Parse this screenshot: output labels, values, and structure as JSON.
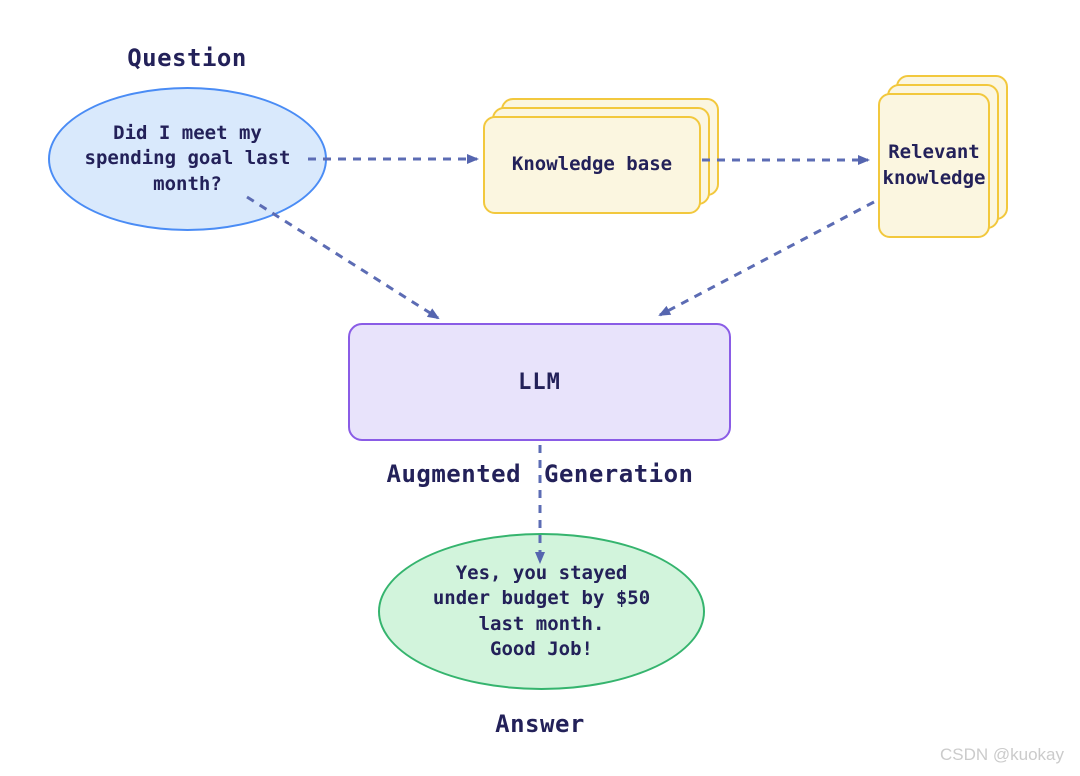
{
  "labels": {
    "question": "Question",
    "augmented_generation": "Augmented Generation",
    "answer": "Answer"
  },
  "nodes": {
    "question_bubble": {
      "lines": [
        "Did I meet my",
        "spending goal last",
        "month?"
      ]
    },
    "knowledge_base": {
      "label": "Knowledge base"
    },
    "relevant_knowledge": {
      "lines": [
        "Relevant",
        "knowledge"
      ]
    },
    "llm": {
      "label": "LLM"
    },
    "answer_bubble": {
      "lines": [
        "Yes, you stayed",
        "under budget by $50",
        "last month.",
        "Good Job!"
      ]
    }
  },
  "edges": [
    {
      "from": "question_bubble",
      "to": "knowledge_base",
      "style": "dashed-arrow"
    },
    {
      "from": "knowledge_base",
      "to": "relevant_knowledge",
      "style": "dashed-arrow"
    },
    {
      "from": "question_bubble",
      "to": "llm",
      "style": "dashed-arrow"
    },
    {
      "from": "relevant_knowledge",
      "to": "llm",
      "style": "dashed-arrow"
    },
    {
      "from": "llm",
      "to": "answer_bubble",
      "style": "dashed-arrow"
    }
  ],
  "colors": {
    "text": "#232159",
    "question_fill": "#d9e9fc",
    "question_border": "#4a8cf5",
    "knowledge_fill": "#fbf6e0",
    "knowledge_border": "#f2c83d",
    "llm_fill": "#e8e3fb",
    "llm_border": "#8a5ce6",
    "answer_fill": "#d2f4dc",
    "answer_border": "#35b46e",
    "arrow": "#5c6cb4",
    "watermark": "#cbcbcb"
  },
  "watermark": "CSDN @kuokay"
}
